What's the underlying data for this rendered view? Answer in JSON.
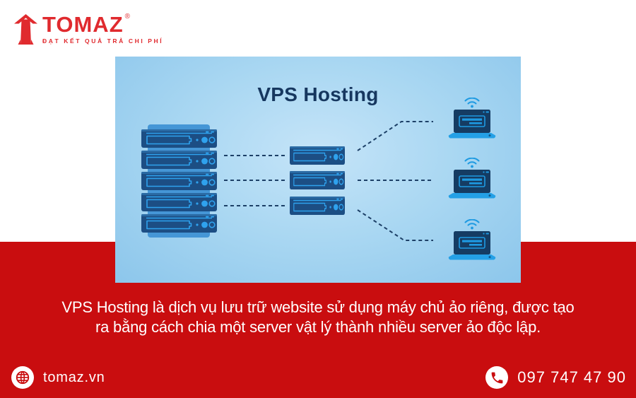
{
  "logo": {
    "name": "TOMAZ",
    "registered_mark": "®",
    "tagline": "ĐẠT KẾT QUẢ TRẢ CHI PHÍ"
  },
  "diagram": {
    "title": "VPS Hosting",
    "physical_server_units": 5,
    "virtual_servers": 3,
    "client_laptops": 3
  },
  "description": {
    "line1": "VPS Hosting là dịch vụ lưu trữ website sử dụng máy chủ ảo riêng, được tạo",
    "line2": "ra bằng cách chia một server vật lý thành nhiều server ảo độc lập."
  },
  "footer": {
    "website": "tomaz.vn",
    "phone": "097 747 47 90"
  },
  "colors": {
    "brand_red": "#e02a2e",
    "band_red": "#c90d0f",
    "panel_blue_edge": "#8cc6eb",
    "panel_blue_center": "#c5e4f8",
    "title_navy": "#16375f",
    "accent_blue": "#2fa2ee",
    "server_body": "#1c4e84",
    "laptop_screen": "#153c63",
    "text_white": "#ffffff"
  }
}
